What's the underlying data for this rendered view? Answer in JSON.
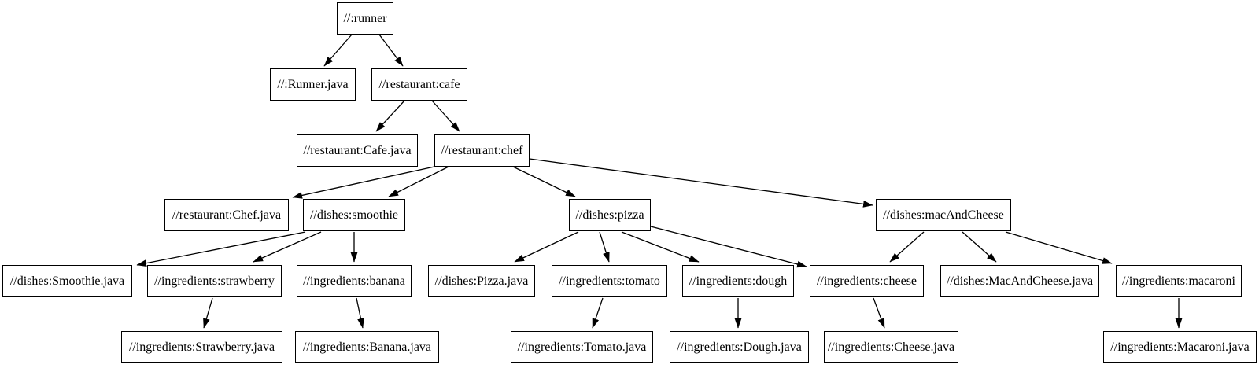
{
  "diagram": {
    "kind": "build-dependency-graph",
    "colors": {
      "background": "#ffffff",
      "node_fill": "#ffffff",
      "node_border": "#000000",
      "edge": "#000000",
      "text": "#000000"
    },
    "nodes": [
      {
        "id": "runner",
        "label": "//:runner"
      },
      {
        "id": "runner-java",
        "label": "//:Runner.java"
      },
      {
        "id": "cafe",
        "label": "//restaurant:cafe"
      },
      {
        "id": "cafe-java",
        "label": "//restaurant:Cafe.java"
      },
      {
        "id": "chef",
        "label": "//restaurant:chef"
      },
      {
        "id": "chef-java",
        "label": "//restaurant:Chef.java"
      },
      {
        "id": "smoothie",
        "label": "//dishes:smoothie"
      },
      {
        "id": "pizza",
        "label": "//dishes:pizza"
      },
      {
        "id": "mac-and-cheese",
        "label": "//dishes:macAndCheese"
      },
      {
        "id": "smoothie-java",
        "label": "//dishes:Smoothie.java"
      },
      {
        "id": "strawberry",
        "label": "//ingredients:strawberry"
      },
      {
        "id": "banana",
        "label": "//ingredients:banana"
      },
      {
        "id": "pizza-java",
        "label": "//dishes:Pizza.java"
      },
      {
        "id": "tomato",
        "label": "//ingredients:tomato"
      },
      {
        "id": "dough",
        "label": "//ingredients:dough"
      },
      {
        "id": "cheese",
        "label": "//ingredients:cheese"
      },
      {
        "id": "mac-and-cheese-java",
        "label": "//dishes:MacAndCheese.java"
      },
      {
        "id": "macaroni",
        "label": "//ingredients:macaroni"
      },
      {
        "id": "strawberry-java",
        "label": "//ingredients:Strawberry.java"
      },
      {
        "id": "banana-java",
        "label": "//ingredients:Banana.java"
      },
      {
        "id": "tomato-java",
        "label": "//ingredients:Tomato.java"
      },
      {
        "id": "dough-java",
        "label": "//ingredients:Dough.java"
      },
      {
        "id": "cheese-java",
        "label": "//ingredients:Cheese.java"
      },
      {
        "id": "macaroni-java",
        "label": "//ingredients:Macaroni.java"
      }
    ],
    "edges": [
      {
        "from": "runner",
        "to": "runner-java"
      },
      {
        "from": "runner",
        "to": "cafe"
      },
      {
        "from": "cafe",
        "to": "cafe-java"
      },
      {
        "from": "cafe",
        "to": "chef"
      },
      {
        "from": "chef",
        "to": "chef-java"
      },
      {
        "from": "chef",
        "to": "smoothie"
      },
      {
        "from": "chef",
        "to": "pizza"
      },
      {
        "from": "chef",
        "to": "mac-and-cheese"
      },
      {
        "from": "smoothie",
        "to": "smoothie-java"
      },
      {
        "from": "smoothie",
        "to": "strawberry"
      },
      {
        "from": "smoothie",
        "to": "banana"
      },
      {
        "from": "pizza",
        "to": "pizza-java"
      },
      {
        "from": "pizza",
        "to": "tomato"
      },
      {
        "from": "pizza",
        "to": "dough"
      },
      {
        "from": "pizza",
        "to": "cheese"
      },
      {
        "from": "mac-and-cheese",
        "to": "cheese"
      },
      {
        "from": "mac-and-cheese",
        "to": "mac-and-cheese-java"
      },
      {
        "from": "mac-and-cheese",
        "to": "macaroni"
      },
      {
        "from": "strawberry",
        "to": "strawberry-java"
      },
      {
        "from": "banana",
        "to": "banana-java"
      },
      {
        "from": "tomato",
        "to": "tomato-java"
      },
      {
        "from": "dough",
        "to": "dough-java"
      },
      {
        "from": "cheese",
        "to": "cheese-java"
      },
      {
        "from": "macaroni",
        "to": "macaroni-java"
      }
    ]
  }
}
